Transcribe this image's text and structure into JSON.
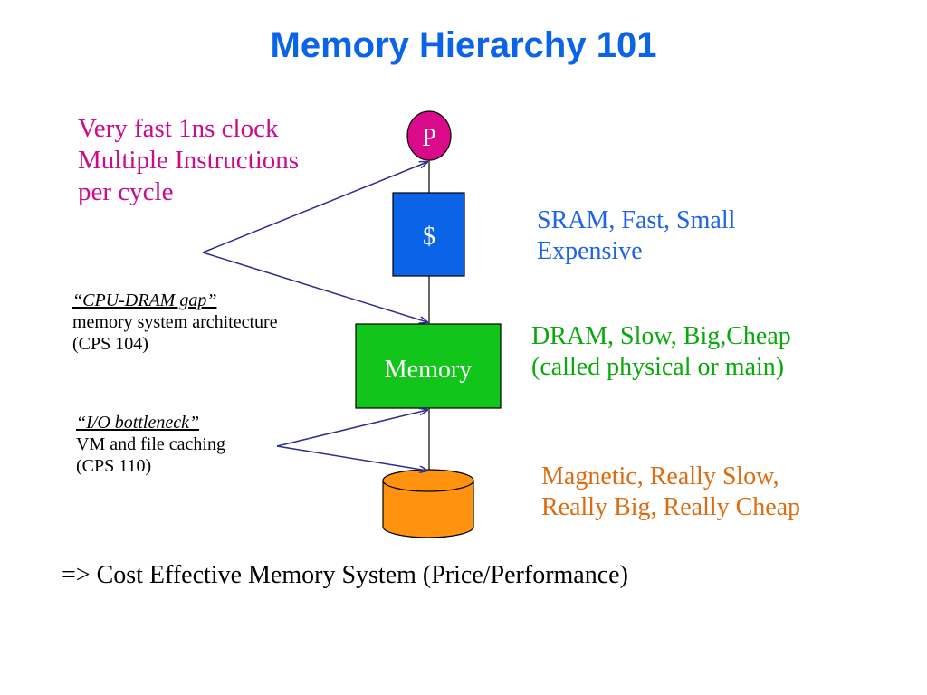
{
  "title": "Memory Hierarchy 101",
  "levels": {
    "processor": "P",
    "cache": "$",
    "memory": "Memory"
  },
  "notes": {
    "cpu": [
      "Very fast 1ns clock",
      "Multiple Instructions",
      "per cycle"
    ],
    "sram": [
      "SRAM, Fast, Small",
      "Expensive"
    ],
    "dram": [
      "DRAM, Slow, Big,Cheap",
      "(called physical or main)"
    ],
    "disk": [
      "Magnetic, Really Slow,",
      "Really Big, Really Cheap"
    ]
  },
  "gaps": {
    "cpu_dram": {
      "title": "“CPU-DRAM gap”",
      "lines": [
        "memory system architecture",
        "(CPS 104)"
      ]
    },
    "io": {
      "title": "“I/O bottleneck”",
      "lines": [
        "VM and file caching",
        "(CPS 110)"
      ]
    }
  },
  "conclusion": "=> Cost Effective Memory System (Price/Performance)",
  "colors": {
    "title": "#0b63e8",
    "processor_fill": "#d90b8a",
    "cache_fill": "#0b63e8",
    "memory_fill": "#11c51a",
    "disk_fill": "#ff930f",
    "arrow": "#2e2e8f",
    "cpu_note": "#cc0a8a",
    "sram_note": "#1f63e6",
    "dram_note": "#09a80c",
    "disk_note": "#dd6b10"
  }
}
